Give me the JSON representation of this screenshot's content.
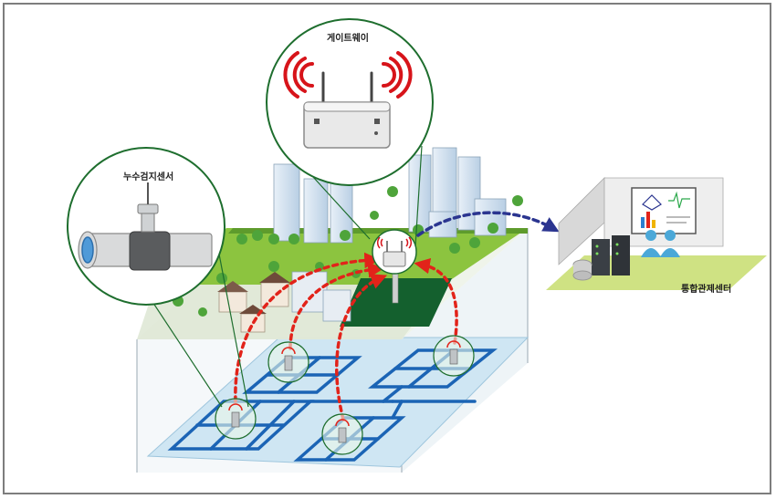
{
  "labels": {
    "gateway": "게이트웨이",
    "leak_sensor": "누수검지센서",
    "control_center": "통합관제센터"
  },
  "colors": {
    "frame": "#7d7d7d",
    "grass": "#8cc43f",
    "pipe_grid": "#1b64b5",
    "signal_arrow": "#e2231a",
    "network_arrow": "#2b3590",
    "gateway_wave": "#d7141a",
    "callout_line": "#1e6e2e"
  },
  "icons": [
    "wifi-signal-icon",
    "antenna-icon",
    "server-rack-icon",
    "operator-icon",
    "monitor-icon"
  ]
}
